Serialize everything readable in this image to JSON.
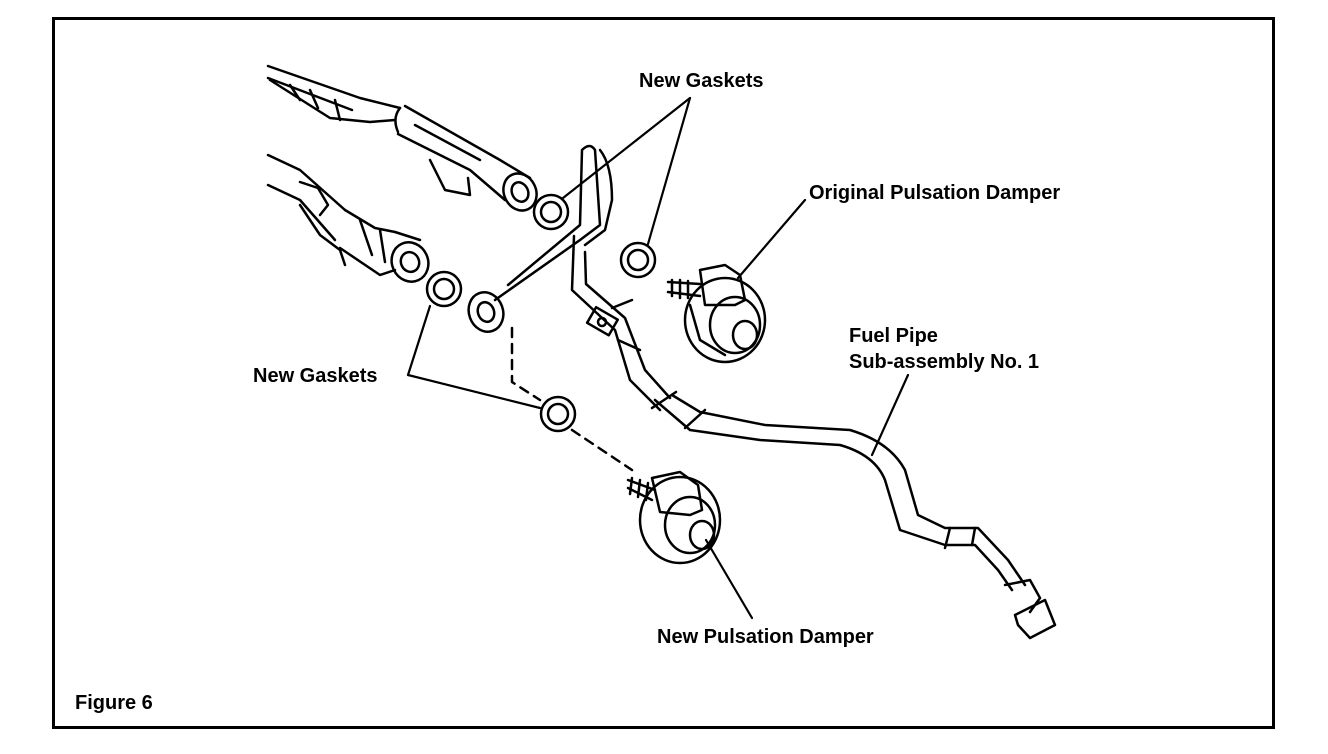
{
  "diagram": {
    "labels": {
      "new_gaskets_top": "New Gaskets",
      "original_damper": "Original Pulsation Damper",
      "fuel_pipe_line1": "Fuel Pipe",
      "fuel_pipe_line2": "Sub-assembly No. 1",
      "new_gaskets_left": "New Gaskets",
      "new_damper": "New Pulsation Damper"
    },
    "caption": "Figure 6"
  }
}
